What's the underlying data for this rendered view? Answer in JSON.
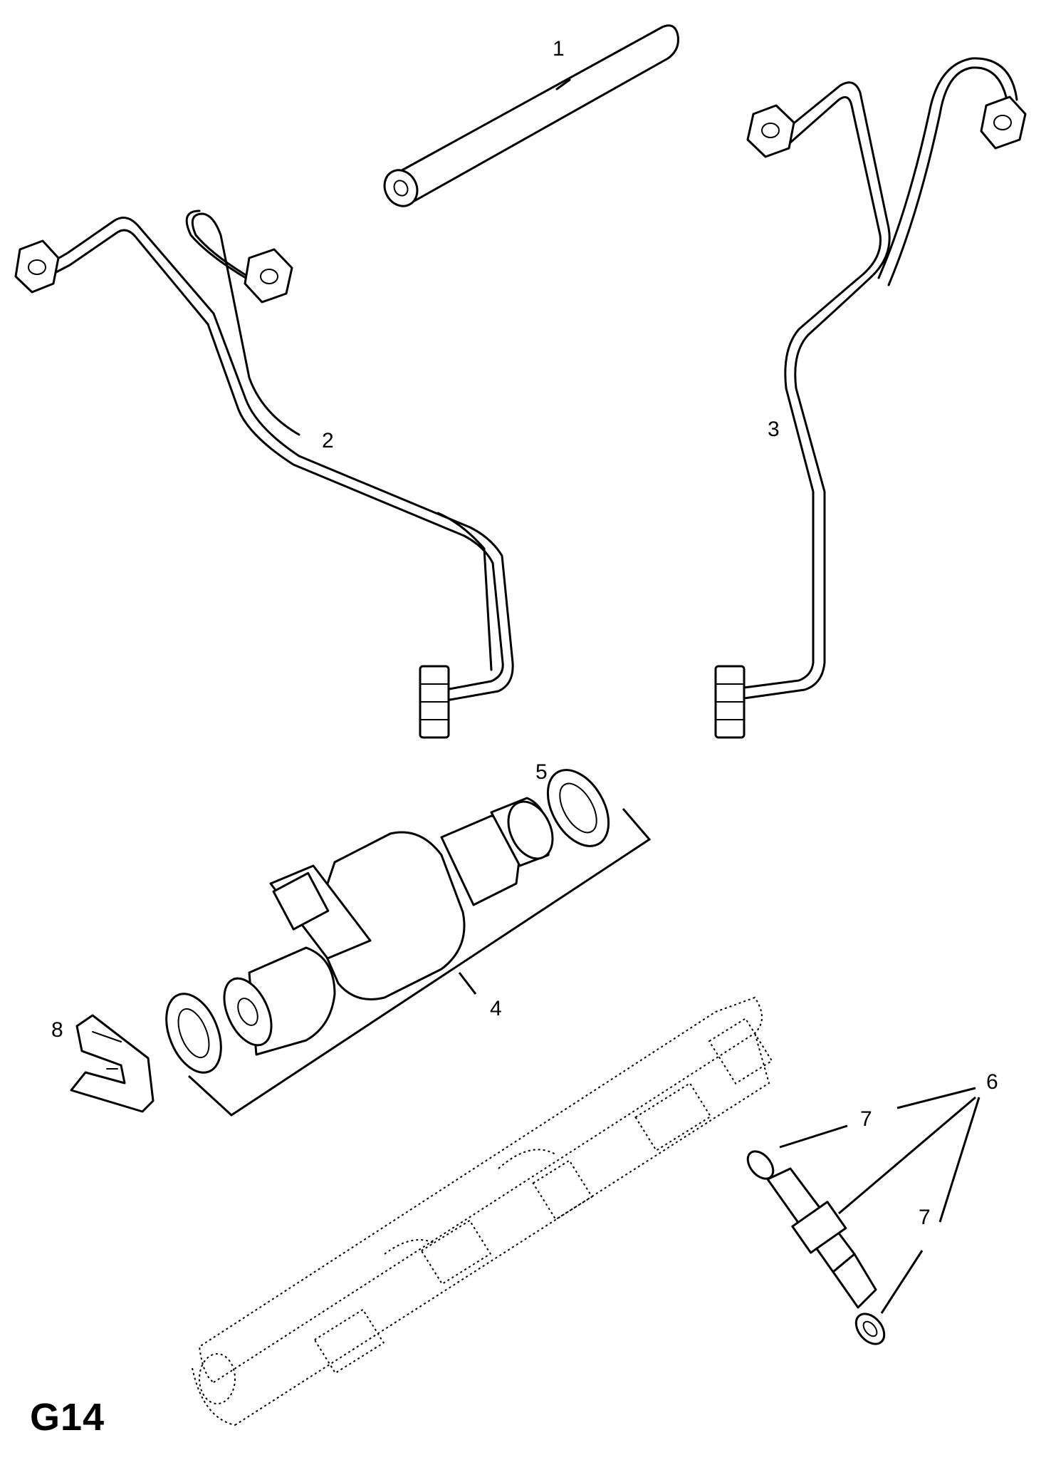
{
  "figure_code": "G14",
  "callouts": {
    "c1": "1",
    "c2": "2",
    "c3": "3",
    "c4": "4",
    "c5": "5",
    "c6": "6",
    "c7a": "7",
    "c7b": "7",
    "c8": "8"
  }
}
